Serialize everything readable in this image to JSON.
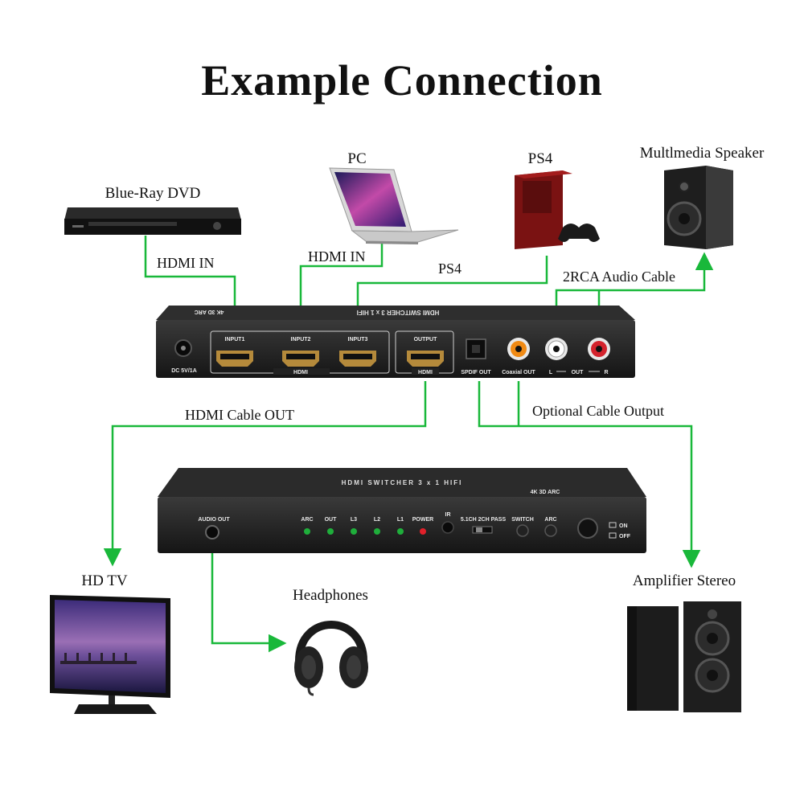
{
  "title": "Example Connection",
  "devices": {
    "bluray": "Blue-Ray DVD",
    "pc": "PC",
    "ps4": "PS4",
    "speaker": "Multlmedia Speaker",
    "hdtv": "HD TV",
    "headphones": "Headphones",
    "amplifier": "Amplifier Stereo"
  },
  "cables": {
    "hdmi_in_1": "HDMI IN",
    "hdmi_in_2": "HDMI IN",
    "ps4": "PS4",
    "rca": "2RCA Audio Cable",
    "hdmi_out": "HDMI Cable OUT",
    "optional": "Optional Cable Output"
  },
  "rear_panel": {
    "dc": "DC 5V/1A",
    "input1": "INPUT1",
    "input2": "INPUT2",
    "input3": "INPUT3",
    "hdmi_group": "HDMI",
    "output": "OUTPUT",
    "output_hdmi": "HDMI",
    "spdif": "SPDIF OUT",
    "coaxial": "Coaxial OUT",
    "l": "L",
    "out": "OUT",
    "r": "R",
    "top_text": "HDMI SWITCHER 3 x 1 HIFI",
    "badge": "4K 3D ARC"
  },
  "front_panel": {
    "top_text": "HDMI SWITCHER 3 x 1 HIFI",
    "badge": "4K 3D ARC",
    "audio_out": "AUDIO OUT",
    "leds": [
      "ARC",
      "OUT",
      "L3",
      "L2",
      "L1",
      "POWER"
    ],
    "ir": "IR",
    "modes": "5.1CH 2CH PASS",
    "switch": "SWITCH",
    "arc": "ARC",
    "on": "ON",
    "off": "OFF"
  },
  "colors": {
    "cable": "#19b83a",
    "panel": "#1c1c1c",
    "led_green": "#1fae3b",
    "led_red": "#e0202a",
    "hdmi_gold": "#b58a3b"
  }
}
